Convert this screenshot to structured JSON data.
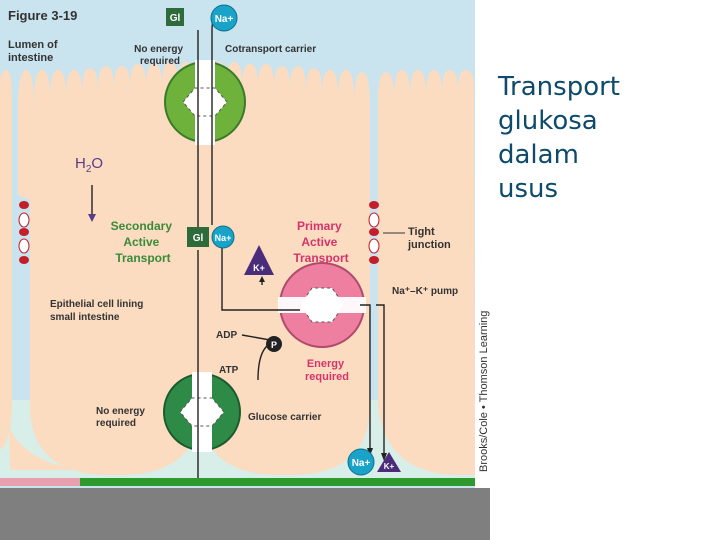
{
  "figure": {
    "figure_label": "Figure 3-19",
    "lumen_label": [
      "Lumen of",
      "intestine"
    ],
    "no_energy_top": [
      "No energy",
      "required"
    ],
    "cotransport_label": "Cotransport carrier",
    "water_label": "H",
    "water_sub": "2",
    "water_o": "O",
    "secondary_label": [
      "Secondary",
      "Active",
      "Transport"
    ],
    "primary_label": [
      "Primary",
      "Active",
      "Transport"
    ],
    "tight_junction_label": [
      "Tight",
      "junction"
    ],
    "pump_label": "Na⁺–K⁺ pump",
    "epithelial_label": [
      "Epithelial cell lining",
      "small intestine"
    ],
    "adp_label": "ADP",
    "atp_label": "ATP",
    "p_label": "P",
    "energy_required_label": [
      "Energy",
      "required"
    ],
    "no_energy_bottom": [
      "No energy",
      "required"
    ],
    "glucose_carrier_label": "Glucose carrier",
    "gl_label": "Gl",
    "na_label": "Na+",
    "k_label": "K+",
    "credit": "Brooks/Cole • Thomson Learning"
  },
  "slide": {
    "title_lines": [
      "Transport",
      "glukosa",
      "dalam",
      "usus"
    ]
  },
  "colors": {
    "lumen_blue": "#c9e3ef",
    "cell_peach": "#fbdcc0",
    "green_carrier": "#6eb23c",
    "dark_green_carrier": "#2e8a47",
    "pink_pump": "#ef7fa0",
    "purple_k": "#4b2c7a",
    "teal_na": "#1aa3c8",
    "label_red": "#d6336c",
    "label_green": "#3a8a3a",
    "junction_red": "#c21f2a"
  }
}
